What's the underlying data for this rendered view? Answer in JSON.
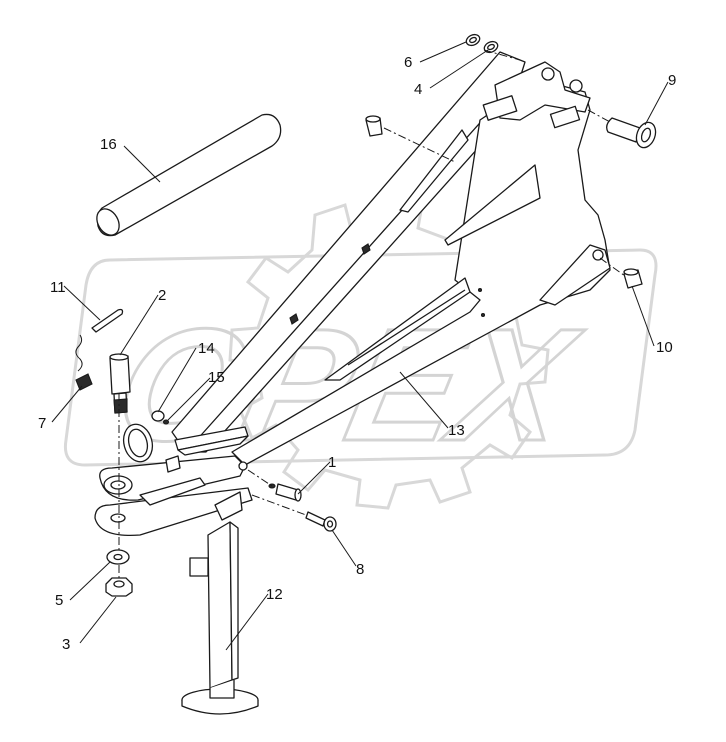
{
  "watermark": {
    "text": "OPEX"
  },
  "callouts": [
    {
      "id": "1",
      "label": "1"
    },
    {
      "id": "2",
      "label": "2"
    },
    {
      "id": "3",
      "label": "3"
    },
    {
      "id": "4",
      "label": "4"
    },
    {
      "id": "5",
      "label": "5"
    },
    {
      "id": "6",
      "label": "6"
    },
    {
      "id": "7",
      "label": "7"
    },
    {
      "id": "8",
      "label": "8"
    },
    {
      "id": "9",
      "label": "9"
    },
    {
      "id": "10",
      "label": "10"
    },
    {
      "id": "11",
      "label": "11"
    },
    {
      "id": "12",
      "label": "12"
    },
    {
      "id": "13",
      "label": "13"
    },
    {
      "id": "14",
      "label": "14"
    },
    {
      "id": "15",
      "label": "15"
    },
    {
      "id": "16",
      "label": "16"
    }
  ],
  "colors": {
    "line": "#1a1a1a",
    "watermark": "#d8d8d8",
    "background": "#ffffff"
  }
}
